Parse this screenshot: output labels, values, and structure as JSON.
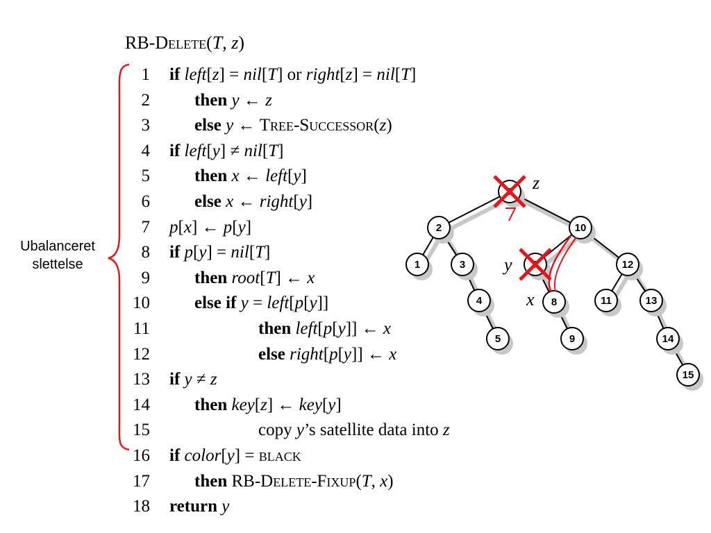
{
  "title": {
    "prefix": "RB-",
    "name": "Delete",
    "args_open": "(",
    "arg1": "T",
    "sep": ", ",
    "arg2": "z",
    "args_close": ")"
  },
  "side_label": {
    "line1": "Ubalanceret",
    "line2": "slettelse"
  },
  "code_lines": [
    {
      "num": "1",
      "indent": 0,
      "parts": [
        [
          "b",
          "if "
        ],
        [
          "i",
          "left"
        ],
        [
          "r",
          "["
        ],
        [
          "i",
          "z"
        ],
        [
          "r",
          "] = "
        ],
        [
          "i",
          "nil"
        ],
        [
          "r",
          "["
        ],
        [
          "i",
          "T"
        ],
        [
          "r",
          "] or "
        ],
        [
          "i",
          "right"
        ],
        [
          "r",
          "["
        ],
        [
          "i",
          "z"
        ],
        [
          "r",
          "] = "
        ],
        [
          "i",
          "nil"
        ],
        [
          "r",
          "["
        ],
        [
          "i",
          "T"
        ],
        [
          "r",
          "]"
        ]
      ]
    },
    {
      "num": "2",
      "indent": 1,
      "parts": [
        [
          "b",
          "then "
        ],
        [
          "i",
          "y"
        ],
        [
          "r",
          " ← "
        ],
        [
          "i",
          "z"
        ]
      ]
    },
    {
      "num": "3",
      "indent": 1,
      "parts": [
        [
          "b",
          "else  "
        ],
        [
          "i",
          "y"
        ],
        [
          "r",
          " ← "
        ],
        [
          "sc",
          "Tree-Successor"
        ],
        [
          "r",
          "("
        ],
        [
          "i",
          "z"
        ],
        [
          "r",
          ")"
        ]
      ]
    },
    {
      "num": "4",
      "indent": 0,
      "parts": [
        [
          "b",
          "if "
        ],
        [
          "i",
          "left"
        ],
        [
          "r",
          "["
        ],
        [
          "i",
          "y"
        ],
        [
          "r",
          "] ≠ "
        ],
        [
          "i",
          "nil"
        ],
        [
          "r",
          "["
        ],
        [
          "i",
          "T"
        ],
        [
          "r",
          "]"
        ]
      ]
    },
    {
      "num": "5",
      "indent": 1,
      "parts": [
        [
          "b",
          "then "
        ],
        [
          "i",
          "x"
        ],
        [
          "r",
          " ← "
        ],
        [
          "i",
          "left"
        ],
        [
          "r",
          "["
        ],
        [
          "i",
          "y"
        ],
        [
          "r",
          "]"
        ]
      ]
    },
    {
      "num": "6",
      "indent": 1,
      "parts": [
        [
          "b",
          "else  "
        ],
        [
          "i",
          "x"
        ],
        [
          "r",
          " ← "
        ],
        [
          "i",
          "right"
        ],
        [
          "r",
          "["
        ],
        [
          "i",
          "y"
        ],
        [
          "r",
          "]"
        ]
      ]
    },
    {
      "num": "7",
      "indent": 0,
      "parts": [
        [
          "i",
          "p"
        ],
        [
          "r",
          "["
        ],
        [
          "i",
          "x"
        ],
        [
          "r",
          "] ← "
        ],
        [
          "i",
          "p"
        ],
        [
          "r",
          "["
        ],
        [
          "i",
          "y"
        ],
        [
          "r",
          "]"
        ]
      ]
    },
    {
      "num": "8",
      "indent": 0,
      "parts": [
        [
          "b",
          "if "
        ],
        [
          "i",
          "p"
        ],
        [
          "r",
          "["
        ],
        [
          "i",
          "y"
        ],
        [
          "r",
          "] = "
        ],
        [
          "i",
          "nil"
        ],
        [
          "r",
          "["
        ],
        [
          "i",
          "T"
        ],
        [
          "r",
          "]"
        ]
      ]
    },
    {
      "num": "9",
      "indent": 1,
      "parts": [
        [
          "b",
          "then "
        ],
        [
          "i",
          "root"
        ],
        [
          "r",
          "["
        ],
        [
          "i",
          "T"
        ],
        [
          "r",
          "] ← "
        ],
        [
          "i",
          "x"
        ]
      ]
    },
    {
      "num": "10",
      "indent": 1,
      "parts": [
        [
          "b",
          "else  if "
        ],
        [
          "i",
          "y"
        ],
        [
          "r",
          " = "
        ],
        [
          "i",
          "left"
        ],
        [
          "r",
          "["
        ],
        [
          "i",
          "p"
        ],
        [
          "r",
          "["
        ],
        [
          "i",
          "y"
        ],
        [
          "r",
          "]]"
        ]
      ]
    },
    {
      "num": "11",
      "indent": 2,
      "parts": [
        [
          "b",
          "then "
        ],
        [
          "i",
          "left"
        ],
        [
          "r",
          "["
        ],
        [
          "i",
          "p"
        ],
        [
          "r",
          "["
        ],
        [
          "i",
          "y"
        ],
        [
          "r",
          "]] ← "
        ],
        [
          "i",
          "x"
        ]
      ]
    },
    {
      "num": "12",
      "indent": 2,
      "parts": [
        [
          "b",
          "else  "
        ],
        [
          "i",
          "right"
        ],
        [
          "r",
          "["
        ],
        [
          "i",
          "p"
        ],
        [
          "r",
          "["
        ],
        [
          "i",
          "y"
        ],
        [
          "r",
          "]] ← "
        ],
        [
          "i",
          "x"
        ]
      ]
    },
    {
      "num": "13",
      "indent": 0,
      "parts": [
        [
          "b",
          "if "
        ],
        [
          "i",
          "y"
        ],
        [
          "r",
          " ≠ "
        ],
        [
          "i",
          "z"
        ]
      ]
    },
    {
      "num": "14",
      "indent": 1,
      "parts": [
        [
          "b",
          "then "
        ],
        [
          "i",
          "key"
        ],
        [
          "r",
          "["
        ],
        [
          "i",
          "z"
        ],
        [
          "r",
          "] ← "
        ],
        [
          "i",
          "key"
        ],
        [
          "r",
          "["
        ],
        [
          "i",
          "y"
        ],
        [
          "r",
          "]"
        ]
      ]
    },
    {
      "num": "15",
      "indent": 2,
      "parts": [
        [
          "r",
          "copy "
        ],
        [
          "i",
          "y"
        ],
        [
          "r",
          "’s satellite data into "
        ],
        [
          "i",
          "z"
        ]
      ]
    },
    {
      "num": "16",
      "indent": 0,
      "parts": [
        [
          "b",
          "if "
        ],
        [
          "i",
          "color"
        ],
        [
          "r",
          "["
        ],
        [
          "i",
          "y"
        ],
        [
          "r",
          "] = "
        ],
        [
          "sc",
          "black"
        ]
      ]
    },
    {
      "num": "17",
      "indent": 1,
      "parts": [
        [
          "b",
          "then "
        ],
        [
          "r",
          "RB-"
        ],
        [
          "sc",
          "Delete-Fixup"
        ],
        [
          "r",
          "("
        ],
        [
          "i",
          "T"
        ],
        [
          "r",
          ", "
        ],
        [
          "i",
          "x"
        ],
        [
          "r",
          ")"
        ]
      ]
    },
    {
      "num": "18",
      "indent": 0,
      "parts": [
        [
          "b",
          "return "
        ],
        [
          "i",
          "y"
        ]
      ]
    }
  ],
  "tree": {
    "nodes": [
      {
        "id": "n7",
        "label": "7",
        "deleted": true
      },
      {
        "id": "n2",
        "label": "2"
      },
      {
        "id": "n10",
        "label": "10"
      },
      {
        "id": "n1",
        "label": "1"
      },
      {
        "id": "n3",
        "label": "3"
      },
      {
        "id": "n4",
        "label": "4"
      },
      {
        "id": "n5",
        "label": "5"
      },
      {
        "id": "n7b",
        "label": "7",
        "deleted": true
      },
      {
        "id": "n8",
        "label": "8"
      },
      {
        "id": "n9",
        "label": "9"
      },
      {
        "id": "n12",
        "label": "12"
      },
      {
        "id": "n11",
        "label": "11"
      },
      {
        "id": "n13",
        "label": "13"
      },
      {
        "id": "n14",
        "label": "14"
      },
      {
        "id": "n15",
        "label": "15"
      }
    ],
    "var_labels": {
      "z": "z",
      "y": "y",
      "x": "x"
    },
    "colors": {
      "cross": "#e8141c",
      "shadow": "#c8c8c8",
      "bracket": "#e8141c"
    }
  }
}
